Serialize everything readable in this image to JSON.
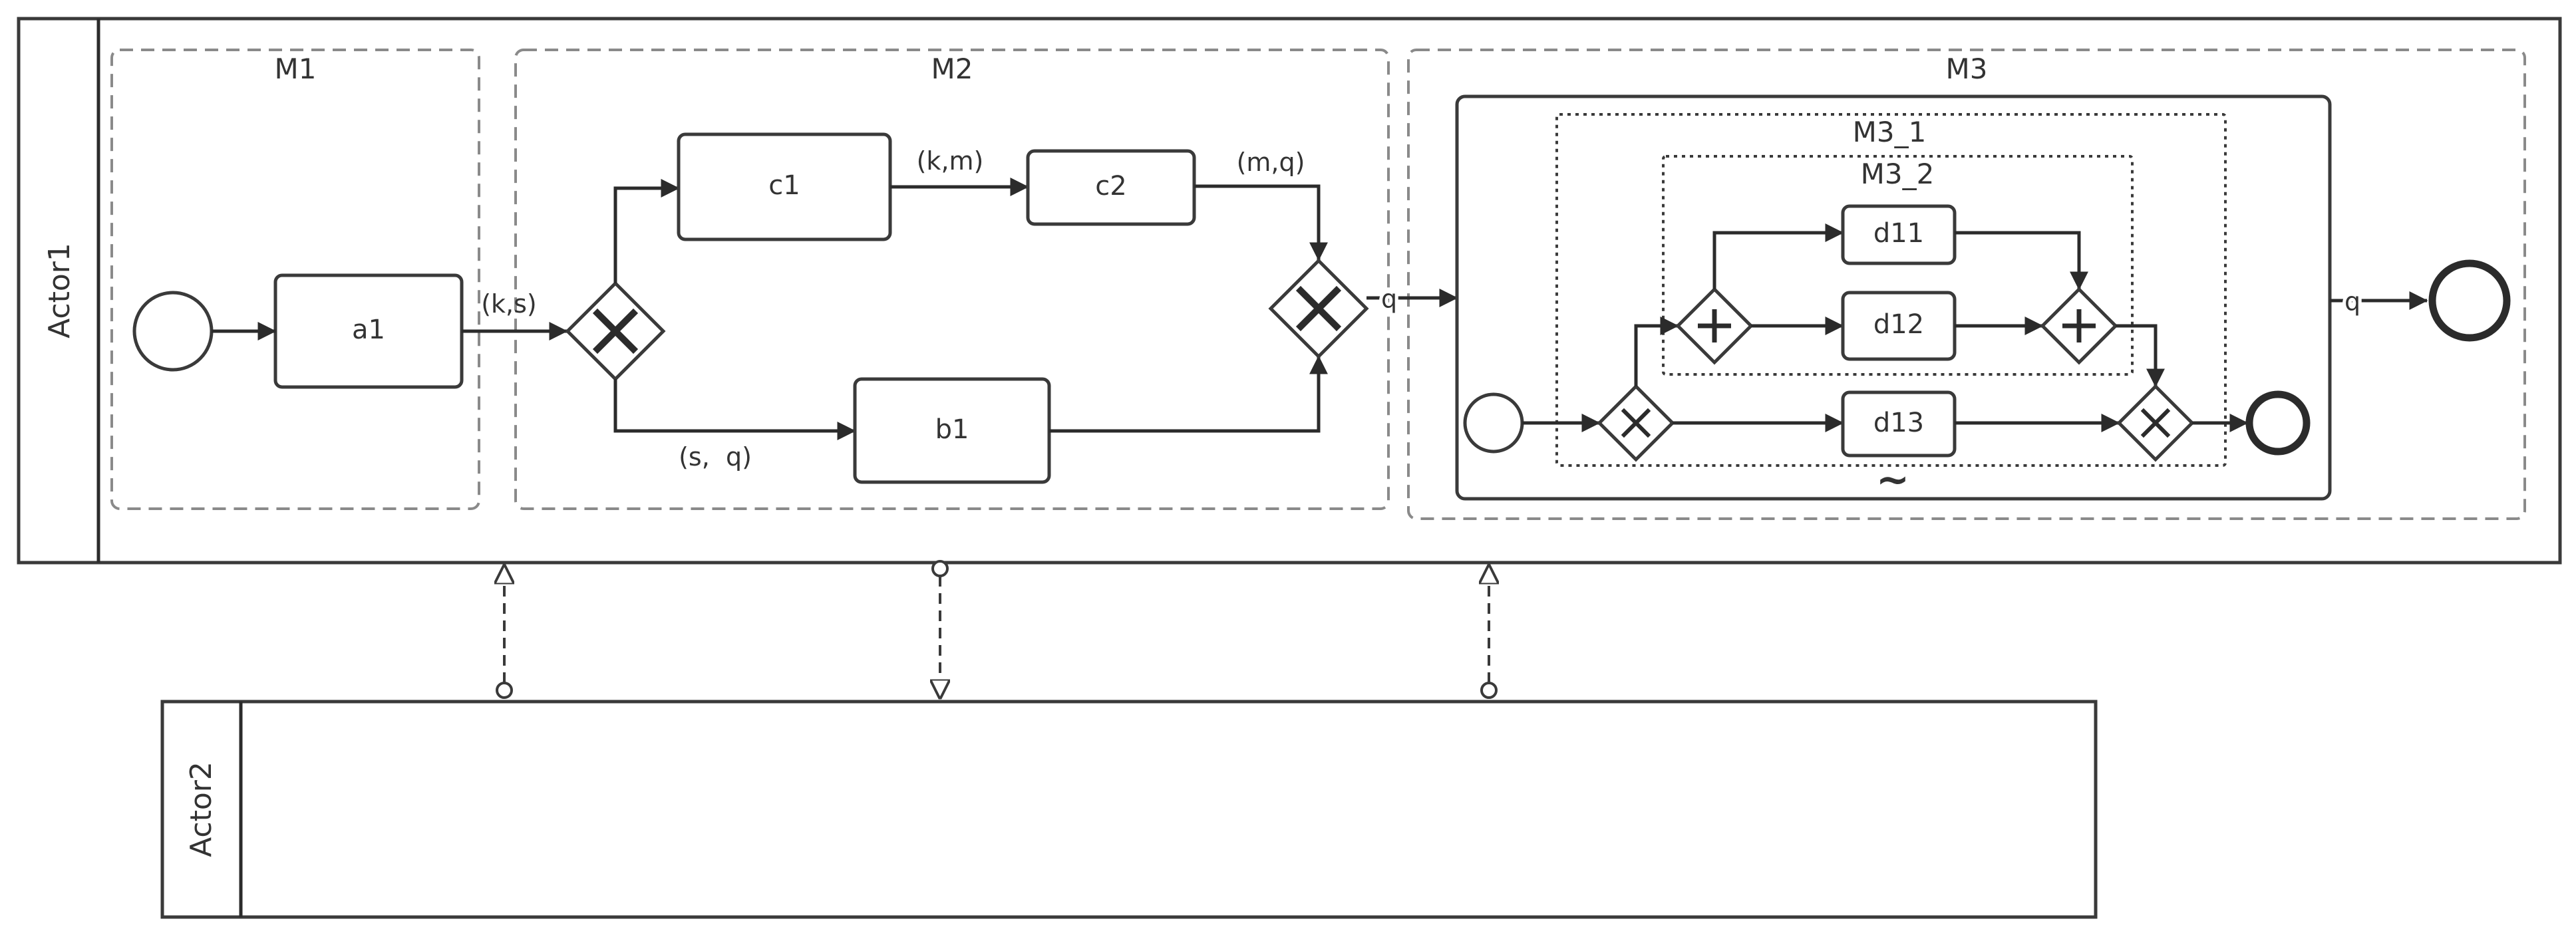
{
  "pools": {
    "actor1": "Actor1",
    "actor2": "Actor2"
  },
  "groups": {
    "m1": "M1",
    "m2": "M2",
    "m3": "M3",
    "m3_1": "M3_1",
    "m3_2": "M3_2"
  },
  "tasks": {
    "a1": "a1",
    "b1": "b1",
    "c1": "c1",
    "c2": "c2",
    "d11": "d11",
    "d12": "d12",
    "d13": "d13"
  },
  "flow_labels": {
    "a1_to_gateway": "(k,s)",
    "c1_to_c2": "(k,m)",
    "c2_to_join": "(m,q)",
    "gateway_to_b1": "(s,  q)",
    "join_to_m3": "q",
    "m3_to_end": "q"
  },
  "markers": {
    "loop": "~"
  }
}
